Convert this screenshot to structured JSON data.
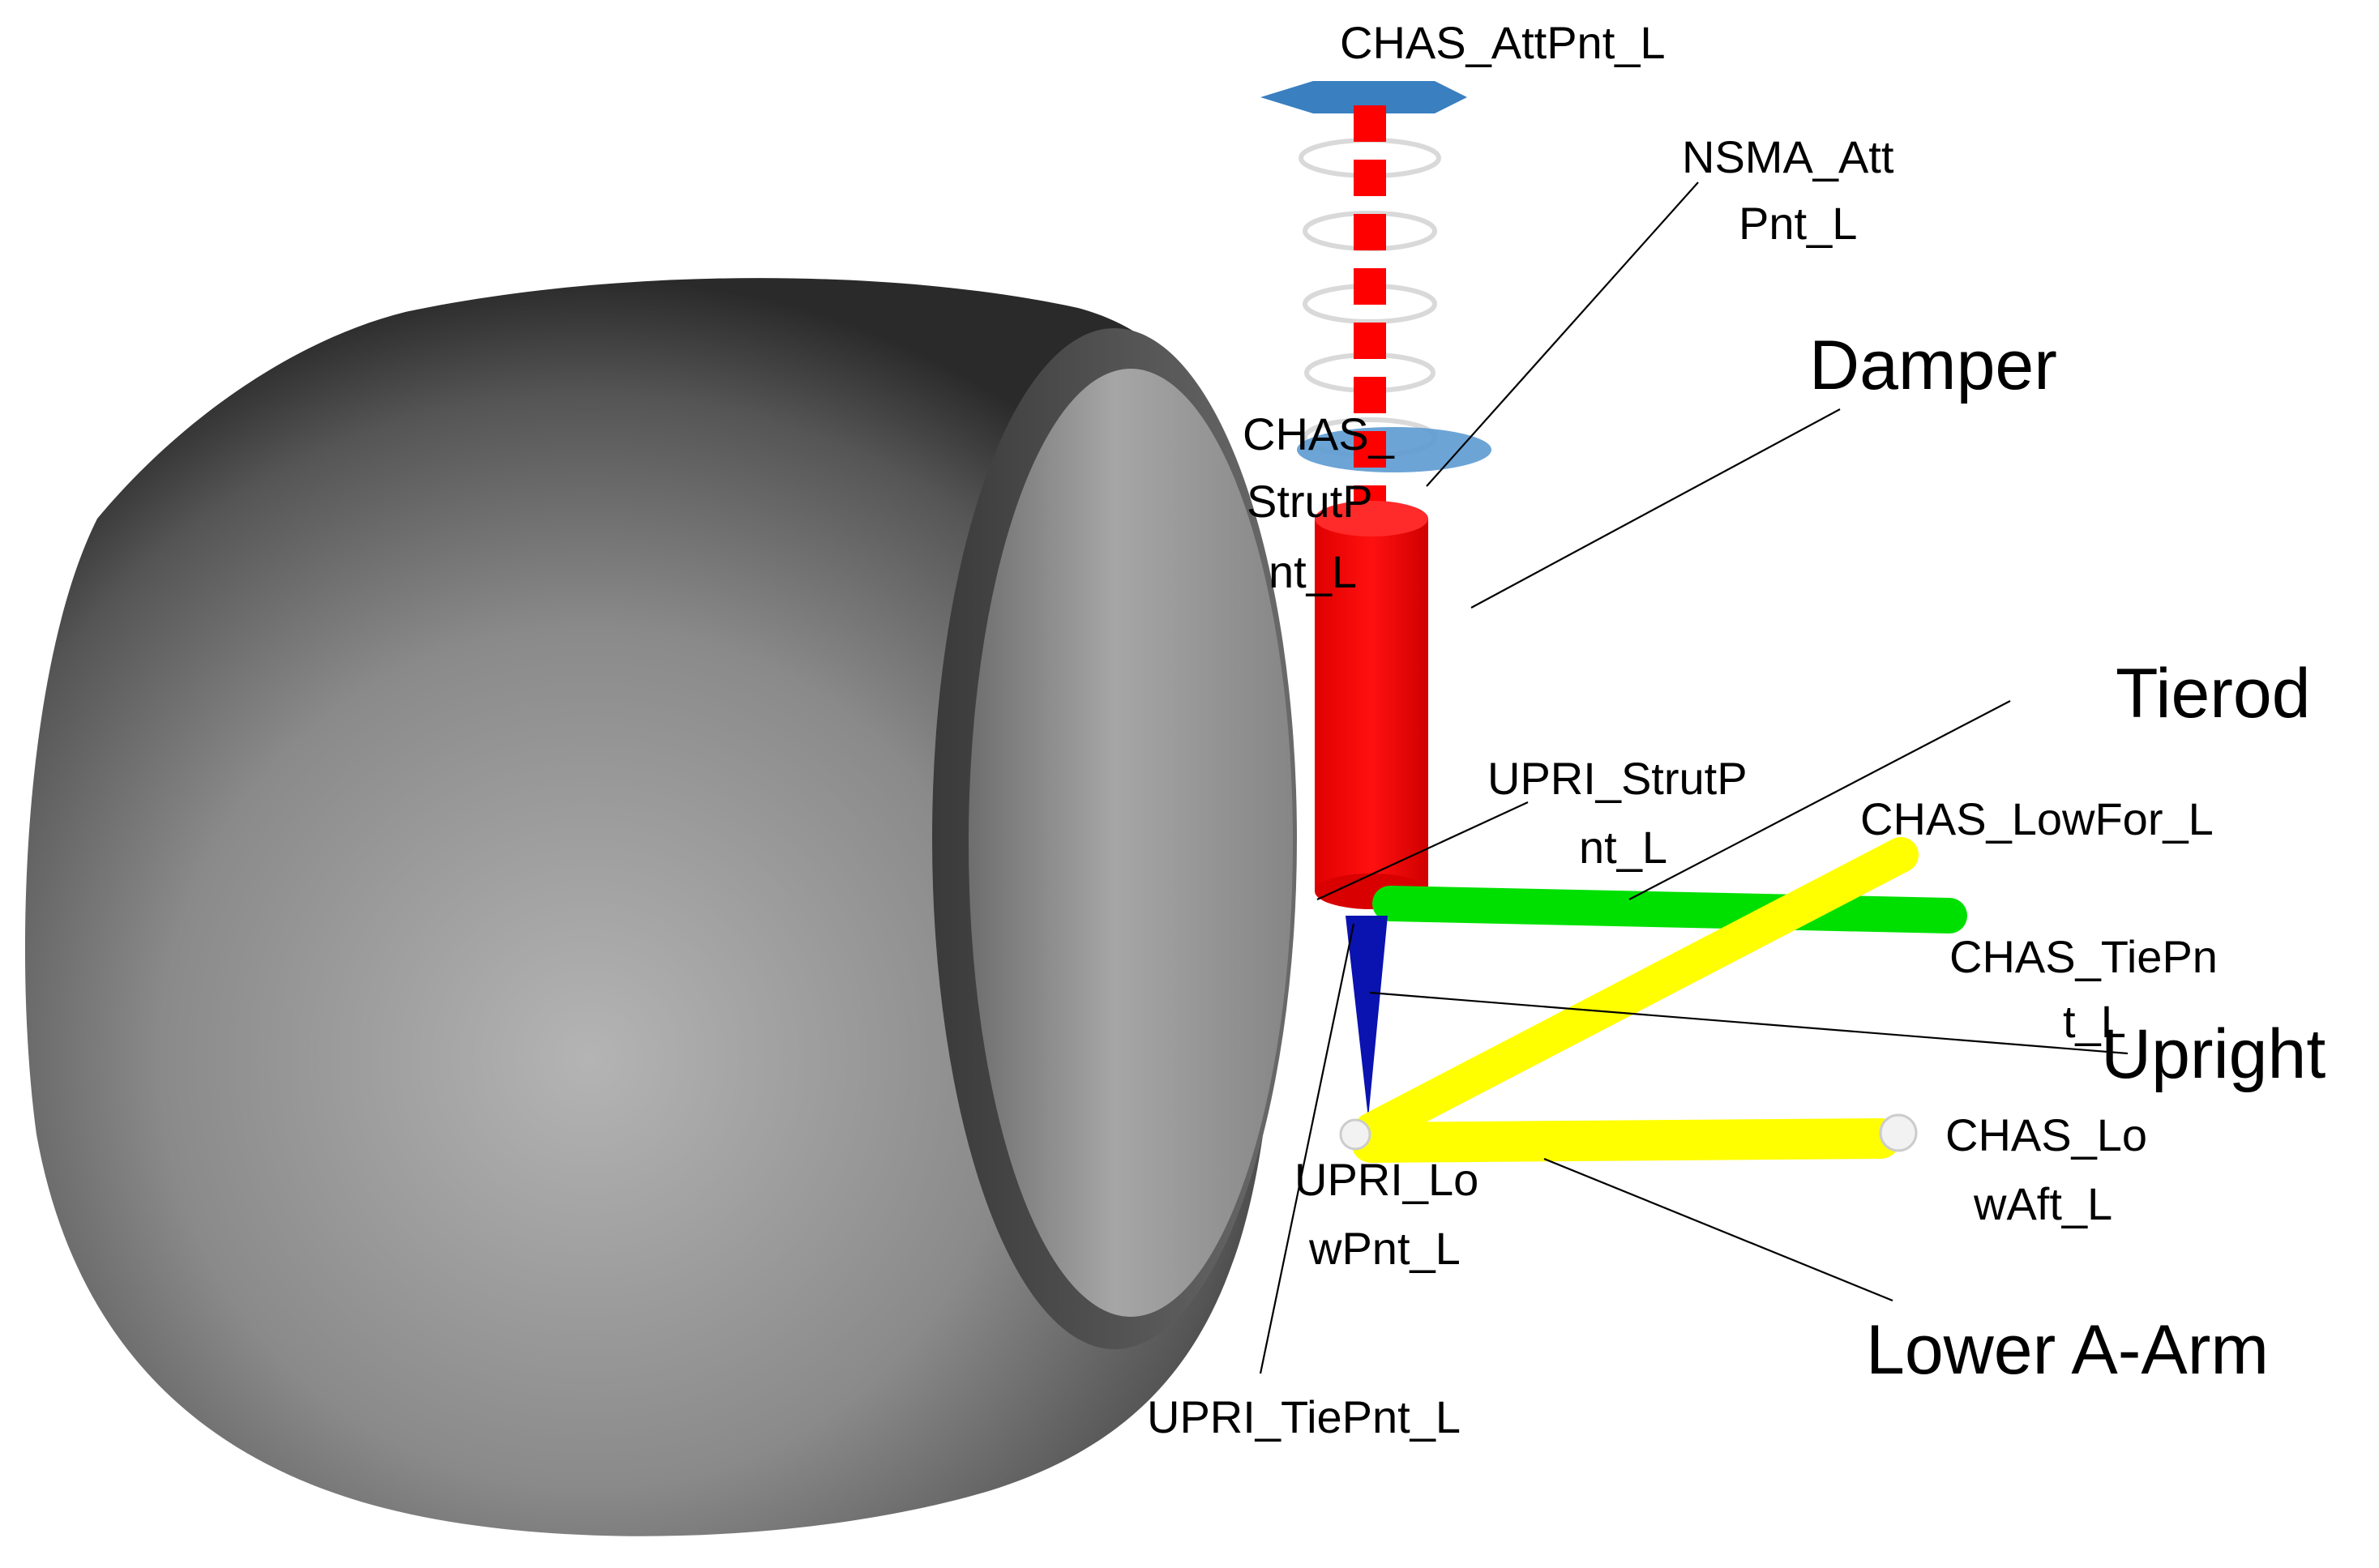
{
  "colors": {
    "background": "#ffffff",
    "tire_dark": "#2e2e2e",
    "tire_light": "#a8a8a8",
    "damper": "#ff0000",
    "spring_cap": "#3a7fc0",
    "tierod": "#00e000",
    "lower_a_arm": "#ffff00",
    "upright": "#0a12b0",
    "leader_line": "#000000"
  },
  "components": {
    "damper": "Damper",
    "tierod": "Tierod",
    "upright": "Upright",
    "lower_a_arm": "Lower A-Arm"
  },
  "points": {
    "chas_attpnt": "CHAS_AttPnt_L",
    "nsma_attpnt_1": "NSMA_Att",
    "nsma_attpnt_2": "Pnt_L",
    "chas_strutpnt_1": "CHAS_",
    "chas_strutpnt_2": "StrutP",
    "chas_strutpnt_3": "nt_L",
    "upri_strutpnt_1": "UPRI_StrutP",
    "upri_strutpnt_2": "nt_L",
    "chas_lowfor": "CHAS_LowFor_L",
    "chas_tiepnt_1": "CHAS_TiePn",
    "chas_tiepnt_2": "t_L",
    "chas_lowaft_1": "CHAS_Lo",
    "chas_lowaft_2": "wAft_L",
    "upri_lowpnt_1": "UPRI_Lo",
    "upri_lowpnt_2": "wPnt_L",
    "upri_tiepnt": "UPRI_TiePnt_L"
  },
  "icons": {
    "tire": "tire-icon",
    "spring": "coil-spring-icon"
  }
}
